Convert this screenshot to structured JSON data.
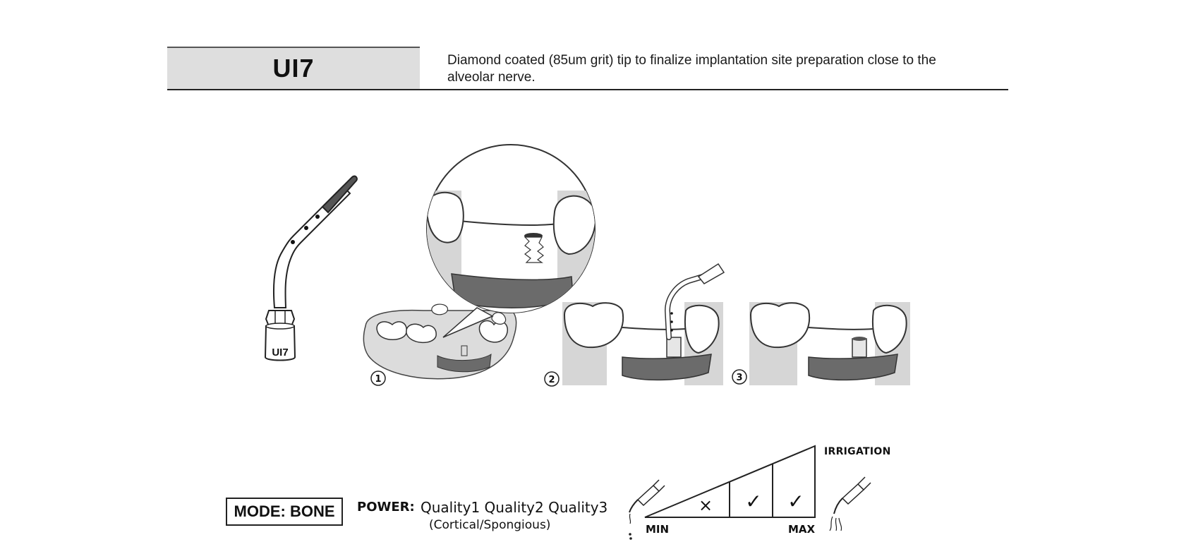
{
  "header": {
    "code": "UI7",
    "description": "Diamond coated (85um grit) tip to finalize implantation site preparation close to the alveolar nerve."
  },
  "tip_illustration": {
    "label": "UI7"
  },
  "steps": [
    {
      "number": "1"
    },
    {
      "number": "2"
    },
    {
      "number": "3"
    }
  ],
  "settings": {
    "mode": "MODE: BONE",
    "power_label": "POWER:",
    "power_value": "Quality1 Quality2 Quality3",
    "power_sub": "(Cortical/Spongious)",
    "irrigation_label": "IRRIGATION",
    "irrigation_min": "MIN",
    "irrigation_max": "MAX",
    "irrigation_levels": [
      {
        "mark": "×",
        "selected": false
      },
      {
        "mark": "✓",
        "selected": true
      },
      {
        "mark": "✓",
        "selected": true
      }
    ]
  },
  "colors": {
    "nerve": "#6b6b6b",
    "bone": "#d6d6d6",
    "header_band": "#dedede",
    "ink": "#1a1a1a"
  }
}
